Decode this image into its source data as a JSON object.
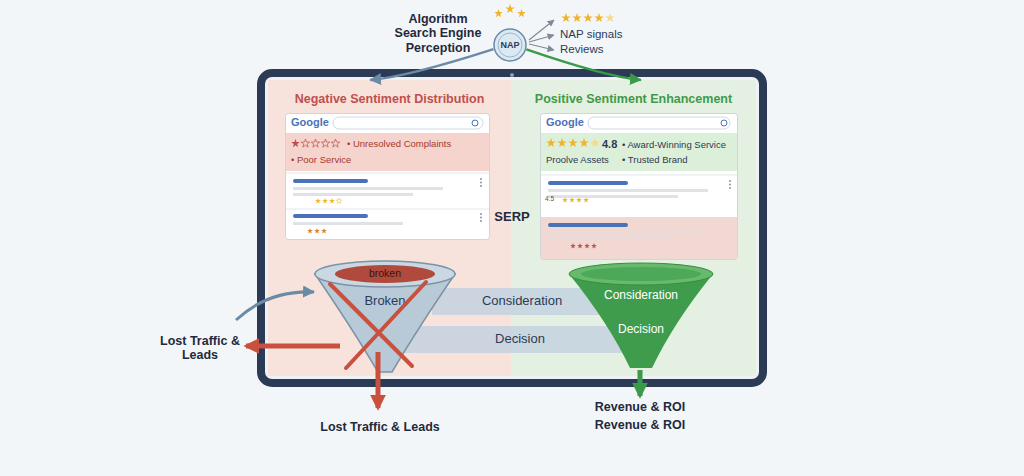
{
  "diagram": {
    "nodes": [
      {
        "text": [
          "Negative Sentiment Distribution"
        ]
      },
      {
        "text": [
          "Google",
          "• Unresolved Complaints",
          "• Poor Service"
        ],
        "in": 0
      },
      {
        "text": [
          "broken",
          "Broken"
        ],
        "in": 0
      },
      {
        "text": [
          "Positive Sentiment Enhancement"
        ]
      },
      {
        "text": [
          "Google",
          "4.8",
          "• Award-Winning Service",
          "Proolve Assets",
          "• Trusted Brand"
        ],
        "in": 3
      },
      {
        "text": [
          "Consideration",
          "Decision"
        ],
        "in": 3
      },
      {
        "text": [
          "Consideration"
        ]
      },
      {
        "text": [
          "Decision"
        ]
      },
      {
        "text": [
          "NAP"
        ]
      }
    ],
    "edges": [
      {
        "from": 8,
        "to": 0,
        "arrow": "to"
      },
      {
        "from": 8,
        "to": 3,
        "arrow": "to"
      }
    ],
    "labels": [
      "Algorithm Search Engine Perception",
      "NAP signals",
      "Reviews",
      "SERP",
      "4.5",
      "Lost Traffic & Leads",
      "Lost Traffic & Leads",
      "Revenue & ROI",
      "Revenue & ROI"
    ]
  }
}
